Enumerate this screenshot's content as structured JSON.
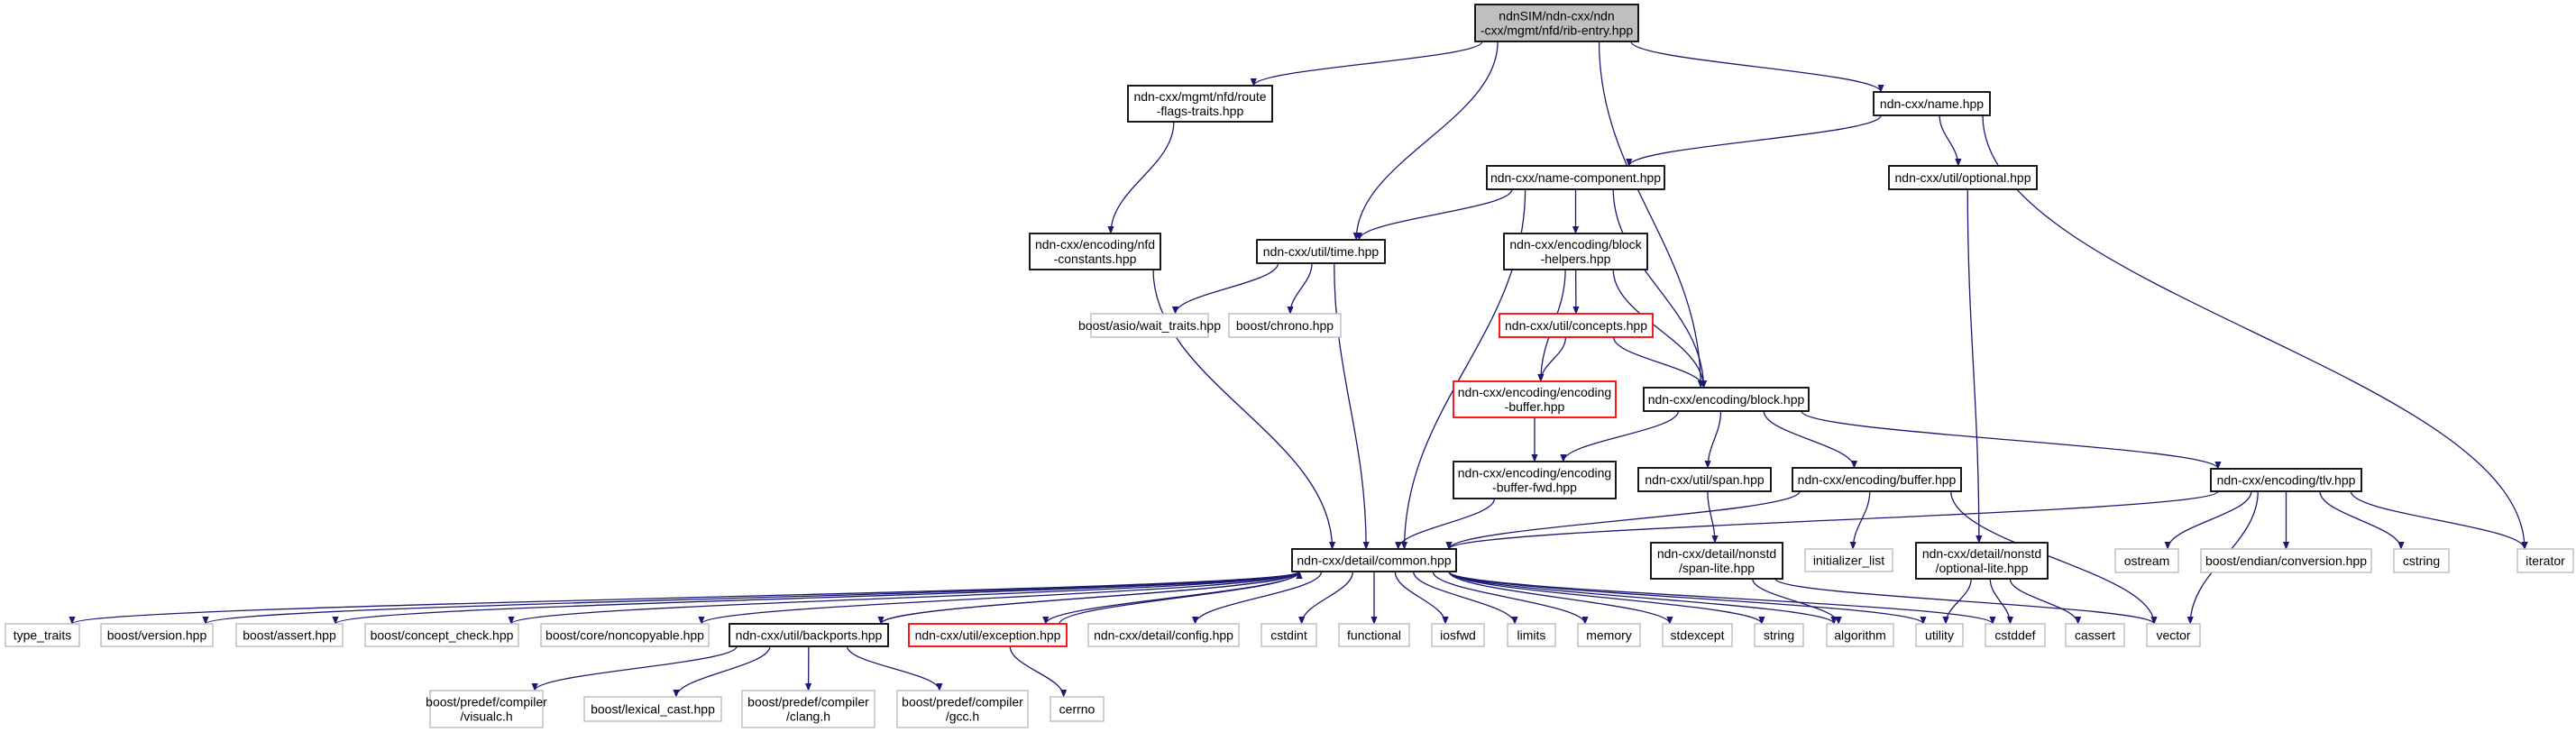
{
  "graph": {
    "edge_color": "#191970",
    "node_styles": {
      "root": {
        "fill": "#bfbfbf",
        "stroke": "#000000"
      },
      "documented": {
        "fill": "#ffffff",
        "stroke": "#000000"
      },
      "incomplete": {
        "fill": "#ffffff",
        "stroke": "#ff0000"
      },
      "external": {
        "fill": "#ffffff",
        "stroke": "#bfbfbf"
      }
    },
    "nodes": [
      {
        "id": "root",
        "lines": [
          "ndnSIM/ndn-cxx/ndn",
          "-cxx/mgmt/nfd/rib-entry.hpp"
        ],
        "style": "root"
      },
      {
        "id": "route_flags",
        "lines": [
          "ndn-cxx/mgmt/nfd/route",
          "-flags-traits.hpp"
        ],
        "style": "documented"
      },
      {
        "id": "name",
        "lines": [
          "ndn-cxx/name.hpp"
        ],
        "style": "documented"
      },
      {
        "id": "name_component",
        "lines": [
          "ndn-cxx/name-component.hpp"
        ],
        "style": "documented"
      },
      {
        "id": "optional",
        "lines": [
          "ndn-cxx/util/optional.hpp"
        ],
        "style": "documented"
      },
      {
        "id": "nfd_constants",
        "lines": [
          "ndn-cxx/encoding/nfd",
          "-constants.hpp"
        ],
        "style": "documented"
      },
      {
        "id": "time",
        "lines": [
          "ndn-cxx/util/time.hpp"
        ],
        "style": "documented"
      },
      {
        "id": "block_helpers",
        "lines": [
          "ndn-cxx/encoding/block",
          "-helpers.hpp"
        ],
        "style": "documented"
      },
      {
        "id": "wait_traits",
        "lines": [
          "boost/asio/wait_traits.hpp"
        ],
        "style": "external"
      },
      {
        "id": "chrono",
        "lines": [
          "boost/chrono.hpp"
        ],
        "style": "external"
      },
      {
        "id": "concepts",
        "lines": [
          "ndn-cxx/util/concepts.hpp"
        ],
        "style": "incomplete"
      },
      {
        "id": "encoding_buffer",
        "lines": [
          "ndn-cxx/encoding/encoding",
          "-buffer.hpp"
        ],
        "style": "incomplete"
      },
      {
        "id": "block",
        "lines": [
          "ndn-cxx/encoding/block.hpp"
        ],
        "style": "documented"
      },
      {
        "id": "buffer_fwd",
        "lines": [
          "ndn-cxx/encoding/encoding",
          "-buffer-fwd.hpp"
        ],
        "style": "documented"
      },
      {
        "id": "span",
        "lines": [
          "ndn-cxx/util/span.hpp"
        ],
        "style": "documented"
      },
      {
        "id": "buffer",
        "lines": [
          "ndn-cxx/encoding/buffer.hpp"
        ],
        "style": "documented"
      },
      {
        "id": "tlv",
        "lines": [
          "ndn-cxx/encoding/tlv.hpp"
        ],
        "style": "documented"
      },
      {
        "id": "common",
        "lines": [
          "ndn-cxx/detail/common.hpp"
        ],
        "style": "documented"
      },
      {
        "id": "span_lite",
        "lines": [
          "ndn-cxx/detail/nonstd",
          "/span-lite.hpp"
        ],
        "style": "documented"
      },
      {
        "id": "initializer_list",
        "lines": [
          "initializer_list"
        ],
        "style": "external"
      },
      {
        "id": "optional_lite",
        "lines": [
          "ndn-cxx/detail/nonstd",
          "/optional-lite.hpp"
        ],
        "style": "documented"
      },
      {
        "id": "ostream",
        "lines": [
          "ostream"
        ],
        "style": "external"
      },
      {
        "id": "endian",
        "lines": [
          "boost/endian/conversion.hpp"
        ],
        "style": "external"
      },
      {
        "id": "cstring",
        "lines": [
          "cstring"
        ],
        "style": "external"
      },
      {
        "id": "iterator",
        "lines": [
          "iterator"
        ],
        "style": "external"
      },
      {
        "id": "type_traits",
        "lines": [
          "type_traits"
        ],
        "style": "external"
      },
      {
        "id": "version",
        "lines": [
          "boost/version.hpp"
        ],
        "style": "external"
      },
      {
        "id": "assert",
        "lines": [
          "boost/assert.hpp"
        ],
        "style": "external"
      },
      {
        "id": "concept_check",
        "lines": [
          "boost/concept_check.hpp"
        ],
        "style": "external"
      },
      {
        "id": "noncopyable",
        "lines": [
          "boost/core/noncopyable.hpp"
        ],
        "style": "external"
      },
      {
        "id": "backports",
        "lines": [
          "ndn-cxx/util/backports.hpp"
        ],
        "style": "documented"
      },
      {
        "id": "exception",
        "lines": [
          "ndn-cxx/util/exception.hpp"
        ],
        "style": "incomplete"
      },
      {
        "id": "config",
        "lines": [
          "ndn-cxx/detail/config.hpp"
        ],
        "style": "external"
      },
      {
        "id": "cstdint",
        "lines": [
          "cstdint"
        ],
        "style": "external"
      },
      {
        "id": "functional",
        "lines": [
          "functional"
        ],
        "style": "external"
      },
      {
        "id": "iosfwd",
        "lines": [
          "iosfwd"
        ],
        "style": "external"
      },
      {
        "id": "limits",
        "lines": [
          "limits"
        ],
        "style": "external"
      },
      {
        "id": "memory",
        "lines": [
          "memory"
        ],
        "style": "external"
      },
      {
        "id": "stdexcept",
        "lines": [
          "stdexcept"
        ],
        "style": "external"
      },
      {
        "id": "string",
        "lines": [
          "string"
        ],
        "style": "external"
      },
      {
        "id": "algorithm",
        "lines": [
          "algorithm"
        ],
        "style": "external"
      },
      {
        "id": "utility",
        "lines": [
          "utility"
        ],
        "style": "external"
      },
      {
        "id": "cstddef",
        "lines": [
          "cstddef"
        ],
        "style": "external"
      },
      {
        "id": "cassert",
        "lines": [
          "cassert"
        ],
        "style": "external"
      },
      {
        "id": "vector",
        "lines": [
          "vector"
        ],
        "style": "external"
      },
      {
        "id": "visualc",
        "lines": [
          "boost/predef/compiler",
          "/visualc.h"
        ],
        "style": "external"
      },
      {
        "id": "lexical_cast",
        "lines": [
          "boost/lexical_cast.hpp"
        ],
        "style": "external"
      },
      {
        "id": "clang",
        "lines": [
          "boost/predef/compiler",
          "/clang.h"
        ],
        "style": "external"
      },
      {
        "id": "gcc",
        "lines": [
          "boost/predef/compiler",
          "/gcc.h"
        ],
        "style": "external"
      },
      {
        "id": "cerrno",
        "lines": [
          "cerrno"
        ],
        "style": "external"
      }
    ],
    "edges": [
      [
        "root",
        "route_flags"
      ],
      [
        "root",
        "time"
      ],
      [
        "root",
        "block"
      ],
      [
        "root",
        "name"
      ],
      [
        "route_flags",
        "nfd_constants"
      ],
      [
        "nfd_constants",
        "common"
      ],
      [
        "name",
        "name_component"
      ],
      [
        "name",
        "optional"
      ],
      [
        "name",
        "iterator"
      ],
      [
        "name_component",
        "time"
      ],
      [
        "name_component",
        "common"
      ],
      [
        "name_component",
        "block_helpers"
      ],
      [
        "name_component",
        "block"
      ],
      [
        "optional",
        "optional_lite"
      ],
      [
        "time",
        "wait_traits"
      ],
      [
        "time",
        "chrono"
      ],
      [
        "time",
        "common"
      ],
      [
        "block_helpers",
        "concepts"
      ],
      [
        "block_helpers",
        "encoding_buffer"
      ],
      [
        "block_helpers",
        "block"
      ],
      [
        "concepts",
        "encoding_buffer"
      ],
      [
        "concepts",
        "block"
      ],
      [
        "encoding_buffer",
        "buffer_fwd"
      ],
      [
        "block",
        "buffer_fwd"
      ],
      [
        "block",
        "span"
      ],
      [
        "block",
        "buffer"
      ],
      [
        "block",
        "tlv"
      ],
      [
        "buffer_fwd",
        "common"
      ],
      [
        "span",
        "span_lite"
      ],
      [
        "buffer",
        "common"
      ],
      [
        "buffer",
        "initializer_list"
      ],
      [
        "buffer",
        "vector"
      ],
      [
        "tlv",
        "common"
      ],
      [
        "tlv",
        "ostream"
      ],
      [
        "tlv",
        "endian"
      ],
      [
        "tlv",
        "cstring"
      ],
      [
        "tlv",
        "iterator"
      ],
      [
        "tlv",
        "vector"
      ],
      [
        "span_lite",
        "algorithm"
      ],
      [
        "span_lite",
        "vector"
      ],
      [
        "optional_lite",
        "utility"
      ],
      [
        "optional_lite",
        "cstddef"
      ],
      [
        "optional_lite",
        "cassert"
      ],
      [
        "common",
        "type_traits"
      ],
      [
        "common",
        "version"
      ],
      [
        "common",
        "assert"
      ],
      [
        "common",
        "concept_check"
      ],
      [
        "common",
        "noncopyable"
      ],
      [
        "common",
        "backports"
      ],
      [
        "common",
        "exception"
      ],
      [
        "common",
        "config"
      ],
      [
        "common",
        "cstdint"
      ],
      [
        "common",
        "functional"
      ],
      [
        "common",
        "iosfwd"
      ],
      [
        "common",
        "limits"
      ],
      [
        "common",
        "memory"
      ],
      [
        "common",
        "stdexcept"
      ],
      [
        "common",
        "string"
      ],
      [
        "common",
        "algorithm"
      ],
      [
        "common",
        "utility"
      ],
      [
        "common",
        "cstddef"
      ],
      [
        "backports",
        "common"
      ],
      [
        "backports",
        "visualc"
      ],
      [
        "backports",
        "lexical_cast"
      ],
      [
        "backports",
        "clang"
      ],
      [
        "backports",
        "gcc"
      ],
      [
        "exception",
        "common"
      ],
      [
        "exception",
        "cerrno"
      ]
    ]
  }
}
